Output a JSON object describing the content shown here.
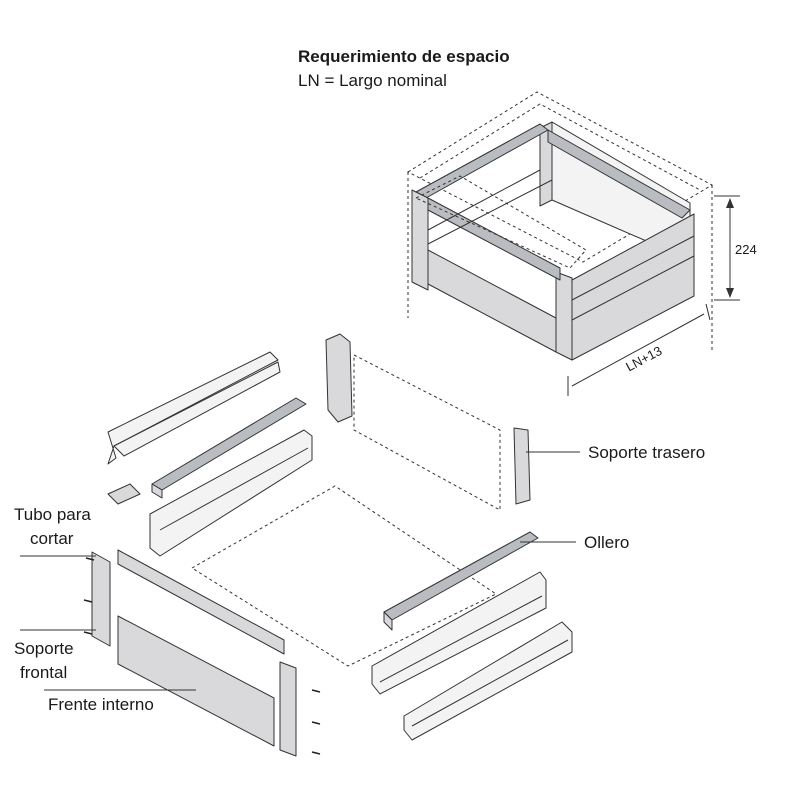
{
  "header": {
    "title": "Requerimiento de espacio",
    "subtitle": "LN = Largo nominal"
  },
  "dimensions": {
    "height": "224",
    "length": "LN+13"
  },
  "labels": {
    "rear_support": "Soporte trasero",
    "rail": "Ollero",
    "cut_tube_line1": "Tubo para",
    "cut_tube_line2": "cortar",
    "front_support_line1": "Soporte",
    "front_support_line2": "frontal",
    "inner_front": "Frente interno"
  },
  "colors": {
    "metal": "#d9d9dc",
    "metal_dark": "#b9bcc1",
    "line": "#333333"
  }
}
